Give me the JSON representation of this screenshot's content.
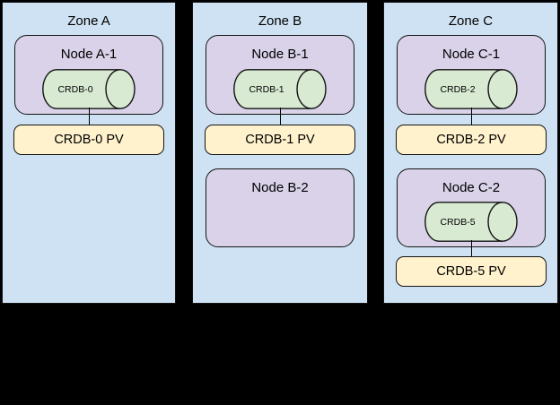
{
  "colors": {
    "background": "#000000",
    "zone_fill": "#cfe2f3",
    "node_fill": "#d9d2e9",
    "cylinder_fill": "#d9ead3",
    "pv_fill": "#fff2cc",
    "border": "#141414",
    "connector": "#000000",
    "text": "#000000"
  },
  "zones": [
    {
      "label": "Zone A",
      "node1": {
        "label": "Node A-1",
        "db": "CRDB-0"
      },
      "pv1": "CRDB-0 PV"
    },
    {
      "label": "Zone B",
      "node1": {
        "label": "Node B-1",
        "db": "CRDB-1"
      },
      "pv1": "CRDB-1 PV",
      "node2": {
        "label": "Node B-2"
      }
    },
    {
      "label": "Zone C",
      "node1": {
        "label": "Node C-1",
        "db": "CRDB-2"
      },
      "pv1": "CRDB-2 PV",
      "node2": {
        "label": "Node C-2",
        "db": "CRDB-5"
      },
      "pv2": "CRDB-5 PV"
    }
  ]
}
